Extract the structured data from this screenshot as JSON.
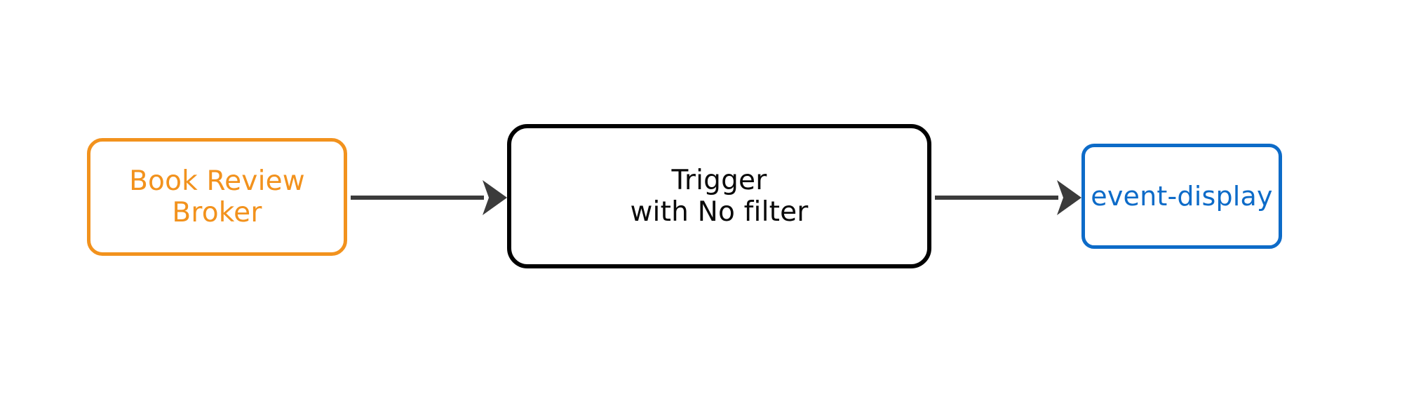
{
  "diagram": {
    "type": "flow-diagram",
    "orientation": "left-to-right",
    "background_color": "#ffffff",
    "nodes": [
      {
        "id": "source",
        "role": "event-source-broker",
        "label_line1": "Book Review",
        "label_line2": "Broker",
        "shape": "rounded-rectangle",
        "border_color": "#f2921d",
        "text_color": "#f2921d",
        "fill_color": "#ffffff"
      },
      {
        "id": "trigger",
        "role": "trigger",
        "label_line1": "Trigger",
        "label_line2": "with No filter",
        "shape": "rounded-rectangle",
        "border_color": "#000000",
        "text_color": "#0a0a0a",
        "fill_color": "#ffffff"
      },
      {
        "id": "sink",
        "role": "event-sink-service",
        "label_line1": "event-display",
        "shape": "rounded-rectangle",
        "border_color": "#0d6bc8",
        "text_color": "#0d6bc8",
        "fill_color": "#ffffff"
      }
    ],
    "edges": [
      {
        "id": "edge-source-trigger",
        "from": "source",
        "to": "trigger",
        "label": "",
        "color": "#3b3b3b",
        "arrowhead": "solid-triangle"
      },
      {
        "id": "edge-trigger-sink",
        "from": "trigger",
        "to": "sink",
        "label": "",
        "color": "#3b3b3b",
        "arrowhead": "solid-triangle"
      }
    ]
  }
}
